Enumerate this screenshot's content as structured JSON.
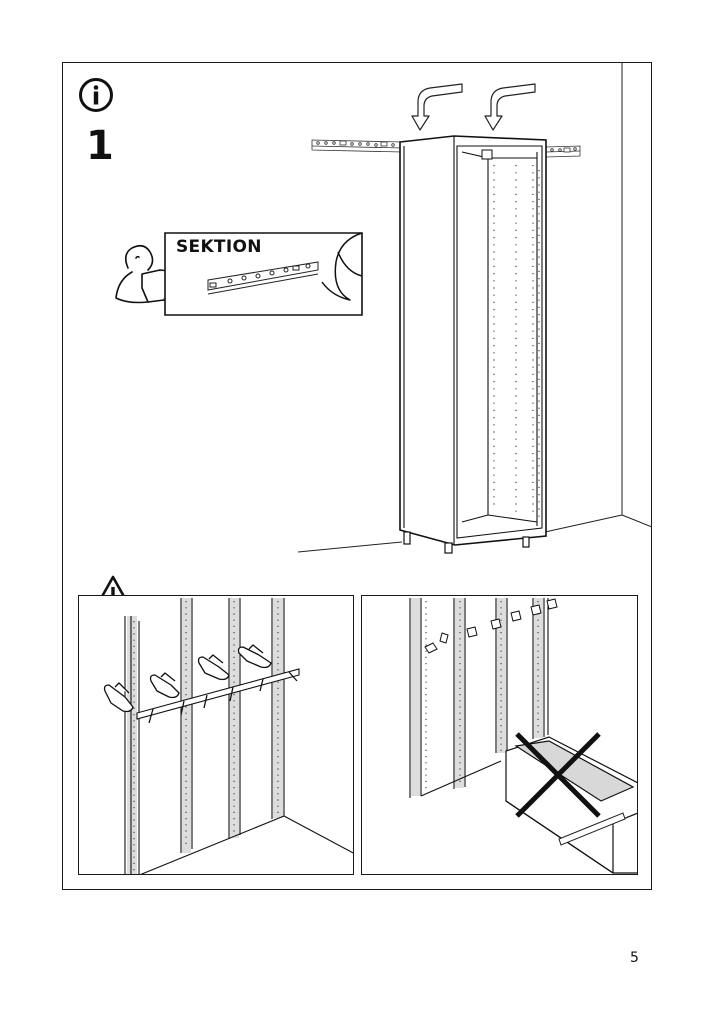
{
  "step": {
    "number": "1"
  },
  "reference": {
    "label": "SEKTION"
  },
  "footer": {
    "page_number": "5"
  },
  "icons": {
    "info": "info-icon",
    "warning": "warning-icon",
    "incorrect": "cross-icon",
    "reference_person": "person-reading-manual-icon"
  }
}
